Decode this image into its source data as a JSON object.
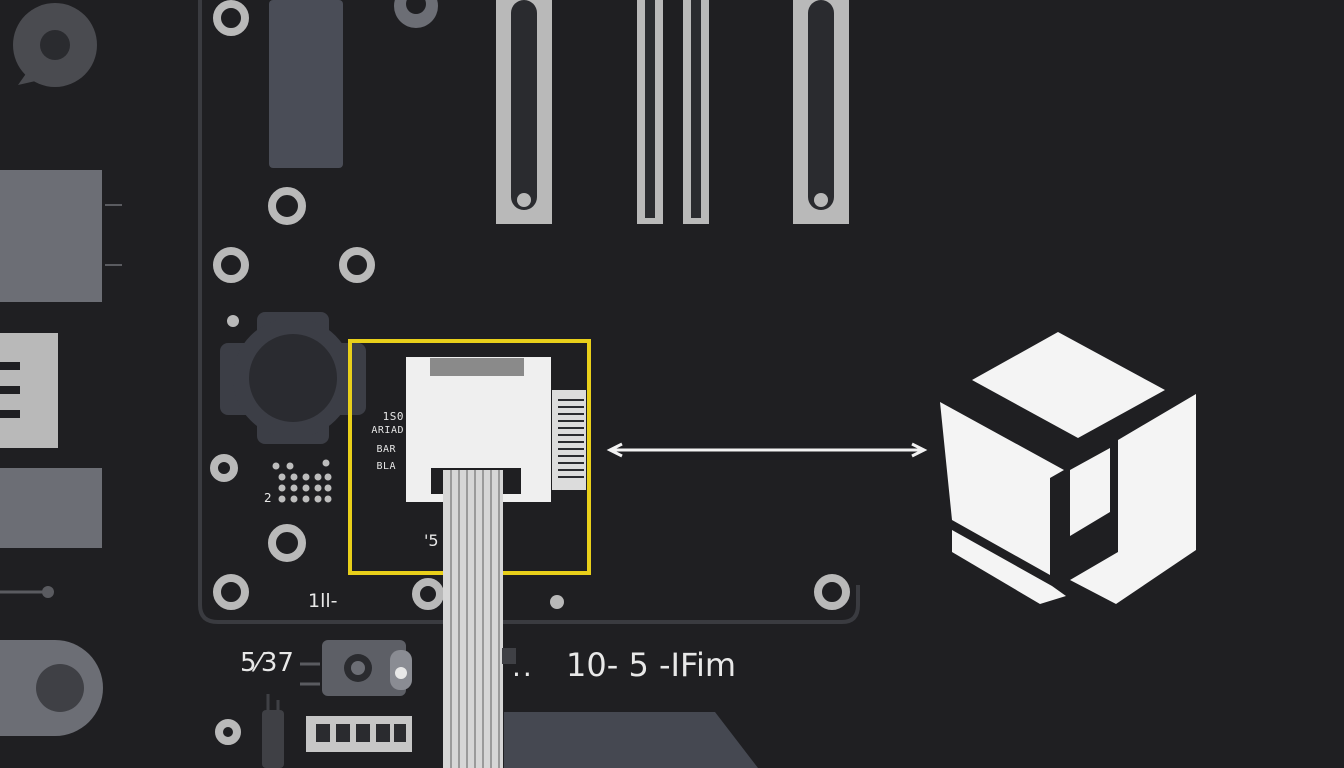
{
  "chip": {
    "text_line1": "1S0",
    "text_line2": "ARIAD",
    "text_line3": "BAR",
    "text_line4": "BLA",
    "pin_label": "'5"
  },
  "board_labels": {
    "left_bottom": "1ll-",
    "lower_left": "5⁄37",
    "dots": "..",
    "right_readout": "10-  5 -IFim",
    "dot_grid_label": "2"
  },
  "icons": {
    "connector": "flex-ribbon-cable-icon",
    "target": "cube-icon",
    "link": "double-arrow-icon"
  },
  "colors": {
    "background": "#1f1f22",
    "highlight": "#e8cf1a",
    "board_line": "#3a3b40",
    "component_gray": "#6c6e75",
    "slot_light": "#b9b9b9",
    "white": "#f2f2f2"
  }
}
